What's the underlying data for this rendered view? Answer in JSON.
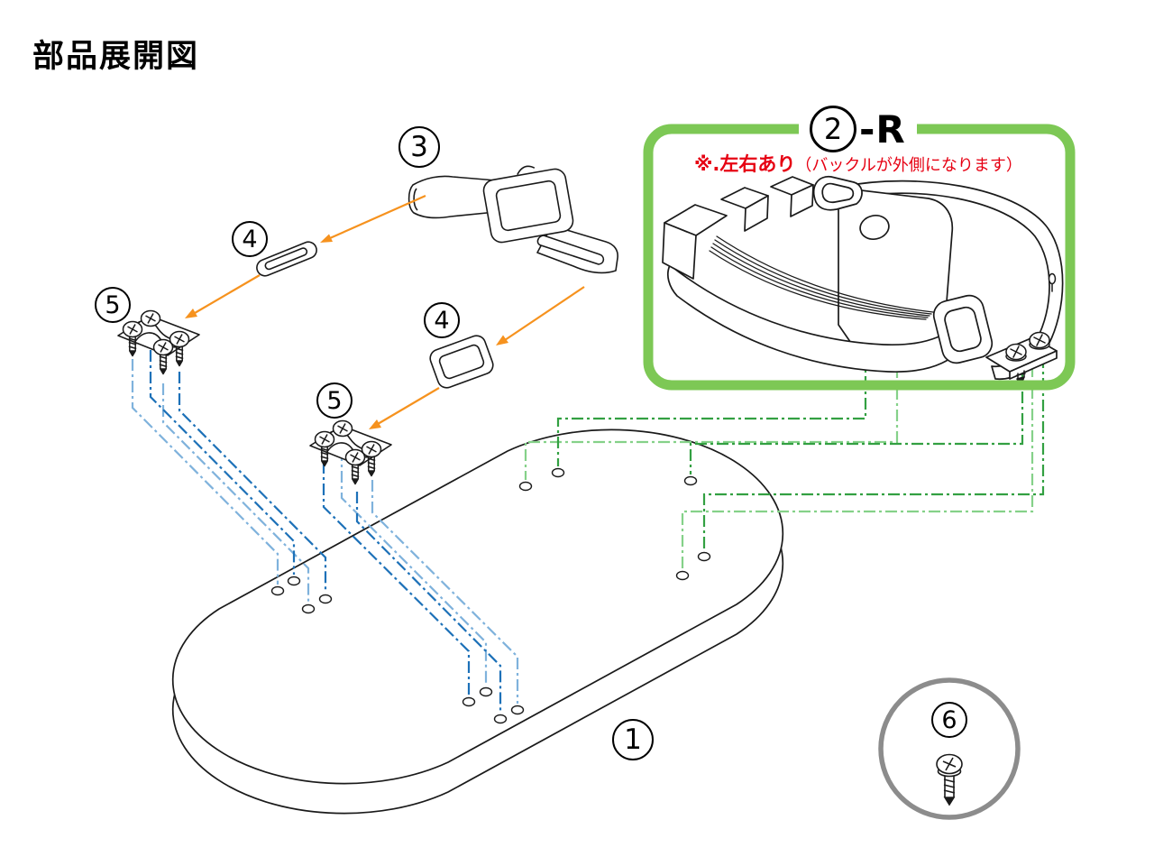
{
  "title": "部品展開図",
  "labels": {
    "part1": "1",
    "part2": "2",
    "part2_suffix": "-R",
    "part3": "3",
    "part4": "4",
    "part5": "5",
    "part6": "6"
  },
  "note": {
    "bold": "※.左右あり",
    "paren": "（バックルが外側になります）"
  },
  "colors": {
    "outline": "#1a1a1a",
    "green_box": "#7dc855",
    "note_red": "#e60012",
    "arrow_orange": "#f6921e",
    "blue_dark": "#1d71b8",
    "blue_light": "#7fb2dc",
    "green_dark": "#33a042",
    "green_light": "#85d189",
    "gray_ring": "#8c8c8c"
  }
}
